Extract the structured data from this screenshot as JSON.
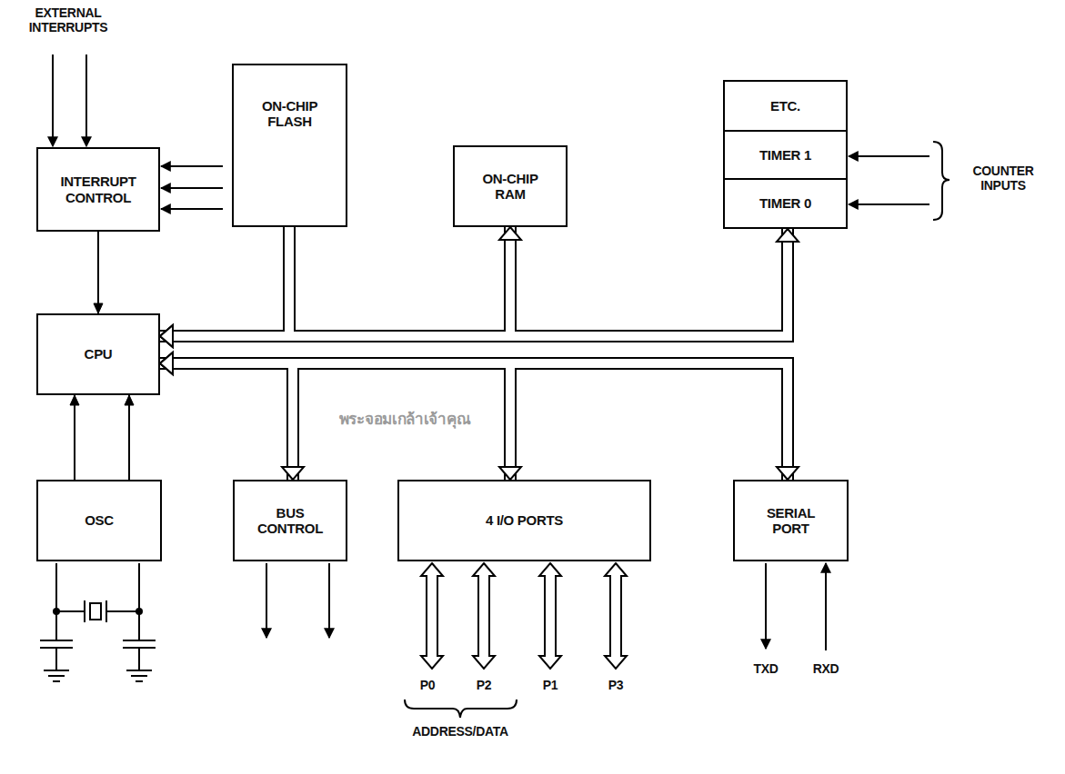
{
  "diagram": {
    "nodes": [
      {
        "text": [
          "INTERRUPT CONTROL"
        ]
      },
      {
        "text": [
          "ON-CHIP FLASH"
        ]
      },
      {
        "text": [
          "ON-CHIP RAM"
        ]
      },
      {
        "text": [
          "ETC."
        ]
      },
      {
        "text": [
          "TIMER 1"
        ]
      },
      {
        "text": [
          "TIMER 0"
        ]
      },
      {
        "text": [
          "CPU"
        ]
      },
      {
        "text": [
          "OSC"
        ]
      },
      {
        "text": [
          "BUS CONTROL"
        ]
      },
      {
        "text": [
          "4 I/O PORTS"
        ]
      },
      {
        "text": [
          "SERIAL PORT"
        ]
      }
    ],
    "edges": [
      {
        "from": 0,
        "to": 6,
        "arrow": "to"
      },
      {
        "from": 7,
        "to": 6,
        "arrow": "to"
      },
      {
        "from": 7,
        "to": 6,
        "arrow": "to"
      },
      {
        "from": 1,
        "to": 6,
        "arrow": "to"
      },
      {
        "from": 2,
        "to": 6,
        "arrow": "both"
      },
      {
        "from": 5,
        "to": 6,
        "arrow": "both"
      },
      {
        "from": 8,
        "to": 6,
        "arrow": "both"
      },
      {
        "from": 9,
        "to": 6,
        "arrow": "both"
      },
      {
        "from": 10,
        "to": 6,
        "arrow": "both"
      }
    ],
    "labels": [
      "EXTERNAL INTERRUPTS",
      "COUNTER INPUTS",
      "พระจอมเกล้าเจ้าคุณ",
      "P0",
      "P2",
      "P1",
      "P3",
      "ADDRESS/DATA",
      "TXD",
      "RXD"
    ]
  }
}
